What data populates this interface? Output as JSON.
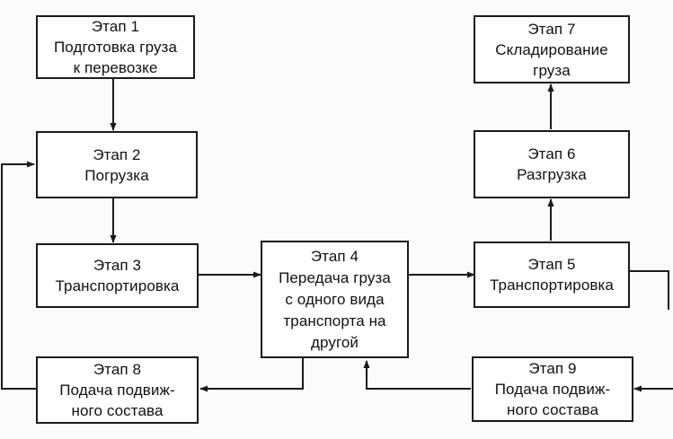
{
  "stages": {
    "s1": {
      "title": "Этап 1",
      "lines": [
        "Подготовка груза",
        "к перевозке"
      ]
    },
    "s2": {
      "title": "Этап 2",
      "lines": [
        "Погрузка"
      ]
    },
    "s3": {
      "title": "Этап 3",
      "lines": [
        "Транспортировка"
      ]
    },
    "s4": {
      "title": "Этап 4",
      "lines": [
        "Передача груза",
        "с одного вида",
        "транспорта на",
        "другой"
      ]
    },
    "s5": {
      "title": "Этап 5",
      "lines": [
        "Транспортировка"
      ]
    },
    "s6": {
      "title": "Этап 6",
      "lines": [
        "Разгрузка"
      ]
    },
    "s7": {
      "title": "Этап 7",
      "lines": [
        "Складирование",
        "груза"
      ]
    },
    "s8": {
      "title": "Этап 8",
      "lines": [
        "Подача подвиж-",
        "ного состава"
      ]
    },
    "s9": {
      "title": "Этап 9",
      "lines": [
        "Подача подвиж-",
        "ного состава"
      ]
    }
  },
  "colors": {
    "line": "#1a1a1a",
    "box_border": "#1a1a1a",
    "background": "#fbfbfb"
  }
}
